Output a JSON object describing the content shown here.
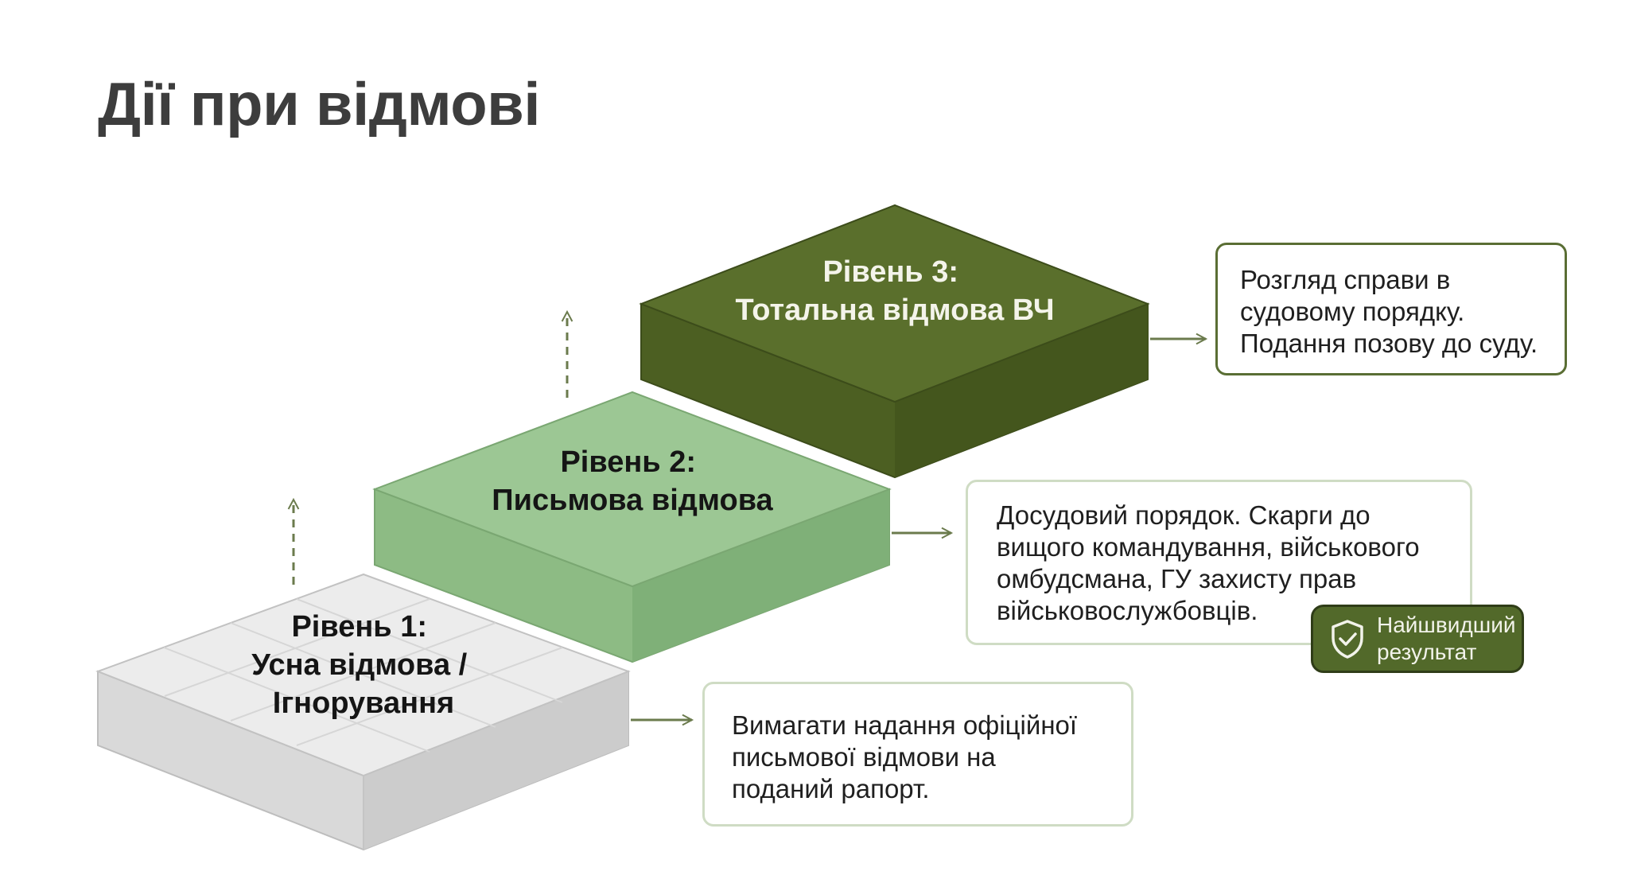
{
  "title": "Дії при відмові",
  "levels": [
    {
      "heading": "Рівень 1:",
      "name_lines": [
        "Усна відмова /",
        "Ігнорування"
      ]
    },
    {
      "heading": "Рівень 2:",
      "name_lines": [
        "Письмова відмова"
      ]
    },
    {
      "heading": "Рівень 3:",
      "name_lines": [
        "Тотальна відмова ВЧ"
      ]
    }
  ],
  "actions": [
    {
      "lines": [
        "Вимагати надання офіційної",
        "письмової відмови на",
        "поданий рапорт."
      ]
    },
    {
      "lines": [
        "Досудовий порядок. Скарги до",
        "вищого командування, військового",
        "омбудсмана, ГУ захисту прав",
        "військовослужбовців."
      ]
    },
    {
      "lines": [
        "Розгляд справи в",
        "судовому порядку.",
        "Подання позову до суду."
      ]
    }
  ],
  "badge": {
    "icon": "shield-check-icon",
    "lines": [
      "Найшвидший",
      "результат"
    ]
  },
  "colors": {
    "level1": "#eaeaea",
    "level2": "#8fbe87",
    "level3": "#55692a",
    "badge": "#52692a",
    "connector": "#6b7b4d"
  }
}
